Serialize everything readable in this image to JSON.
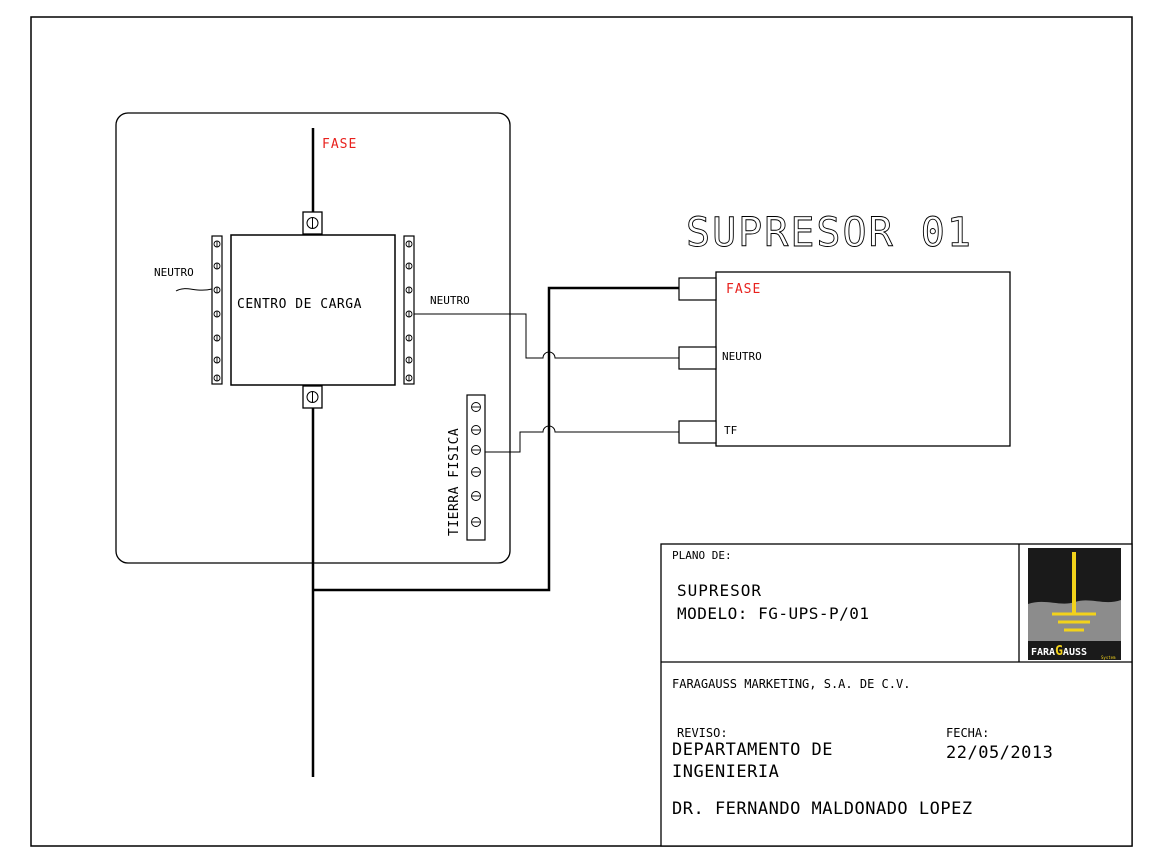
{
  "panel": {
    "fase_label": "FASE",
    "center_label": "CENTRO DE CARGA",
    "neutro_left_label": "NEUTRO",
    "neutro_right_label": "NEUTRO",
    "tierra_label": "TIERRA FISICA"
  },
  "device": {
    "title": "SUPRESOR 01",
    "terminal_fase": "FASE",
    "terminal_neutro": "NEUTRO",
    "terminal_tf": "TF"
  },
  "title_block": {
    "plano_label": "PLANO DE:",
    "plano_line1": "SUPRESOR",
    "plano_line2": "MODELO: FG-UPS-P/01",
    "company": "FARAGAUSS MARKETING, S.A. DE C.V.",
    "reviso_label": "REVISO:",
    "reviso_value_line1": "DEPARTAMENTO DE",
    "reviso_value_line2": "INGENIERIA",
    "fecha_label": "FECHA:",
    "fecha_value": "22/05/2013",
    "engineer": "DR. FERNANDO MALDONADO LOPEZ",
    "logo_text_a": "FARA",
    "logo_text_b": "G",
    "logo_text_c": "AUSS",
    "logo_subtext": "System"
  },
  "colors": {
    "line": "#000000",
    "fase_label": "#e8211d",
    "logo_bg": "#1a1a1a",
    "logo_ground": "#8c8c8c",
    "logo_accent": "#f2d21b"
  }
}
